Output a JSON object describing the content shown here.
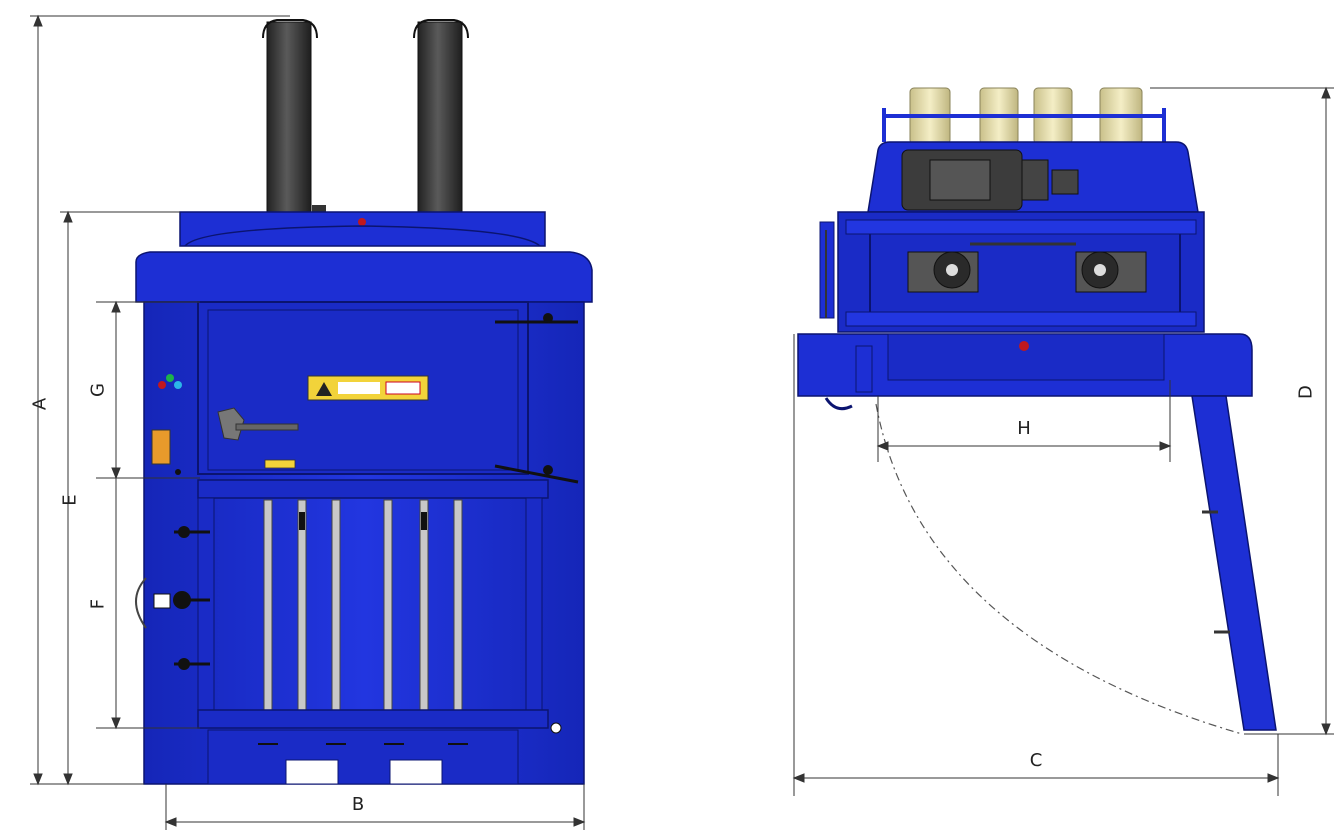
{
  "front_view": {
    "dimensions": {
      "A": "A",
      "B": "B",
      "E": "E",
      "F": "F",
      "G": "G"
    }
  },
  "side_view": {
    "dimensions": {
      "C": "C",
      "D": "D",
      "H": "H"
    }
  },
  "colors": {
    "machine_body": "#1d2fd4",
    "machine_dark": "#0f1c8c",
    "cylinder": "#3a3a3a",
    "bale_roll": "#e9e2b0",
    "warning_label": "#f2d33a",
    "dimension_line": "#333333"
  }
}
